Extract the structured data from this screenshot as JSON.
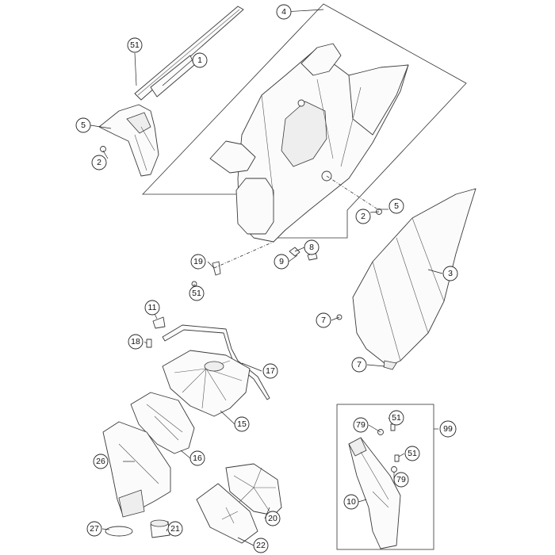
{
  "callouts": {
    "c4": "4",
    "c51_top": "51",
    "c1": "1",
    "c5_left": "5",
    "c2_left": "2",
    "c2_right": "2",
    "c5_right": "5",
    "c8": "8",
    "c9": "9",
    "c19": "19",
    "c51_mid": "51",
    "c3": "3",
    "c7_top": "7",
    "c7_bottom": "7",
    "c11": "11",
    "c18": "18",
    "c17": "17",
    "c15": "15",
    "c16": "16",
    "c26": "26",
    "c20": "20",
    "c21": "21",
    "c27": "27",
    "c22": "22",
    "c79_top": "79",
    "c51_box_top": "51",
    "c99": "99",
    "c51_box_bottom": "51",
    "c79_bottom": "79",
    "c10": "10"
  }
}
